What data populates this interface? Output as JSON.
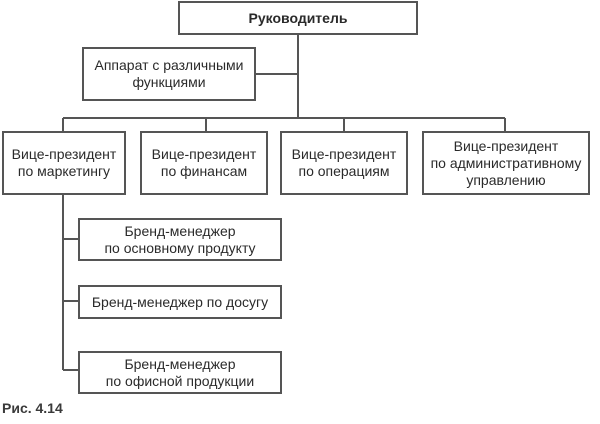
{
  "nodes": {
    "head": "Руководитель",
    "staff": "Аппарат с различными\nфункциями",
    "vp_marketing": "Вице-президент\nпо маркетингу",
    "vp_finance": "Вице-президент\nпо финансам",
    "vp_operations": "Вице-президент\nпо операциям",
    "vp_admin": "Вице-президент\nпо административному\nуправлению",
    "bm_core": "Бренд-менеджер\nпо основному продукту",
    "bm_leisure": "Бренд-менеджер по досугу",
    "bm_office": "Бренд-менеджер\nпо офисной продукции"
  },
  "caption": "Рис. 4.14"
}
